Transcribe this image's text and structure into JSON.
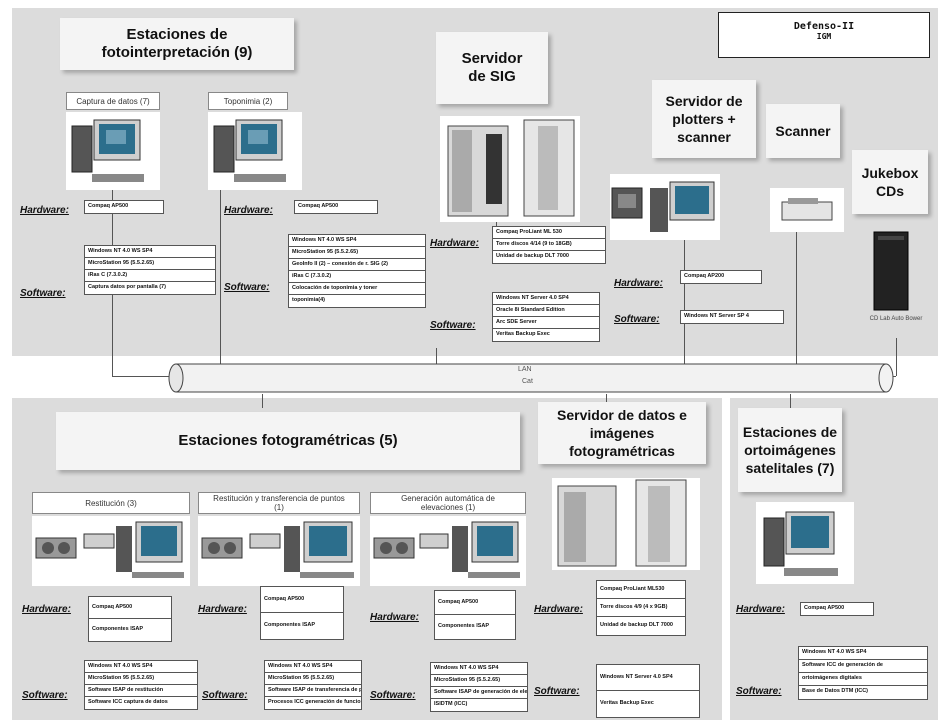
{
  "corner": {
    "title": "Defenso-II",
    "subtitle": "IGM"
  },
  "lan": {
    "label1": "LAN",
    "label2": "Cat"
  },
  "labels": {
    "hardware": "Hardware:",
    "software": "Software:"
  },
  "foto": {
    "title": "Estaciones de fotointerpretación (9)",
    "ws1": "Captura de datos (7)",
    "ws2": "Toponimia (2)",
    "hw1": [
      "Compaq AP500"
    ],
    "sw1": [
      "Windows NT 4.0 WS SP4",
      "MicroStation 95 (5.5.2.65)",
      "iRas C (7.3.0.2)",
      "Captura datos por pantalla (7)"
    ],
    "hw2": [
      "Compaq AP500"
    ],
    "sw2": [
      "Windows NT 4.0 WS SP4",
      "MicroStation 95 (5.5.2.65)",
      "GeoInfo II (2) – conexión de r. SIG (2)",
      "iRas C (7.3.0.2)",
      "Colocación de toponimia y toner",
      "toponimia(4)"
    ]
  },
  "sig": {
    "title": "Servidor de SIG",
    "hw": [
      "Compaq ProLiant ML 530",
      "Torre discos 4/14 (9 to 18GB)",
      "Unidad de backup DLT 7000"
    ],
    "sw": [
      "Windows NT Server 4.0 SP4",
      "Oracle 8i Standard Edition",
      "Arc SDE Server",
      "Veritas Backup Exec"
    ]
  },
  "plotters": {
    "title": "Servidor de plotters + scanner",
    "hw": [
      "Compaq AP200"
    ],
    "sw": [
      "Windows NT Server SP 4"
    ]
  },
  "scanner": {
    "title": "Scanner"
  },
  "jukebox": {
    "title": "Jukebox CDs",
    "caption": "CD Lab Auto Bower"
  },
  "fotogram": {
    "title": "Estaciones fotogramétricas (5)",
    "ws": [
      "Restitución (3)",
      "Restitución y transferencia de puntos (1)",
      "Generación automática de elevaciones (1)"
    ],
    "hw": [
      [
        "Compaq AP500",
        "Componentes ISAP"
      ],
      [
        "Compaq AP500",
        "Componentes ISAP"
      ],
      [
        "Compaq AP500",
        "Componentes ISAP"
      ]
    ],
    "sw": [
      [
        "Windows NT 4.0 WS SP4",
        "MicroStation 95 (5.5.2.65)",
        "Software ISAP de restitución",
        "Software ICC captura de datos"
      ],
      [
        "Windows NT 4.0 WS SP4",
        "MicroStation 95 (5.5.2.65)",
        "Software ISAP de transferencia de puntos",
        "Procesos ICC generación de funciones"
      ],
      [
        "Windows NT 4.0 WS SP4",
        "MicroStation 95 (5.5.2.65)",
        "Software ISAP de generación de elevaciones",
        "ISIDTM (ICC)"
      ]
    ]
  },
  "datos": {
    "title": "Servidor de datos e imágenes fotogramétricas",
    "hw": [
      "Compaq ProLiant ML530",
      "Torre discos 4/9 (4 x 9GB)",
      "Unidad de backup DLT 7000"
    ],
    "sw": [
      "Windows NT Server 4.0 SP4",
      "Veritas Backup Exec"
    ]
  },
  "orto": {
    "title": "Estaciones de ortoimágenes satelitales (7)",
    "hw": [
      "Compaq AP500"
    ],
    "sw": [
      "Windows NT 4.0 WS SP4",
      "Software ICC de generación de",
      "ortoimágenes digitales",
      "Base de Datos DTM (ICC)"
    ]
  },
  "colors": {
    "panel": "#dcdcdc",
    "accent": "#2c6e8c"
  }
}
